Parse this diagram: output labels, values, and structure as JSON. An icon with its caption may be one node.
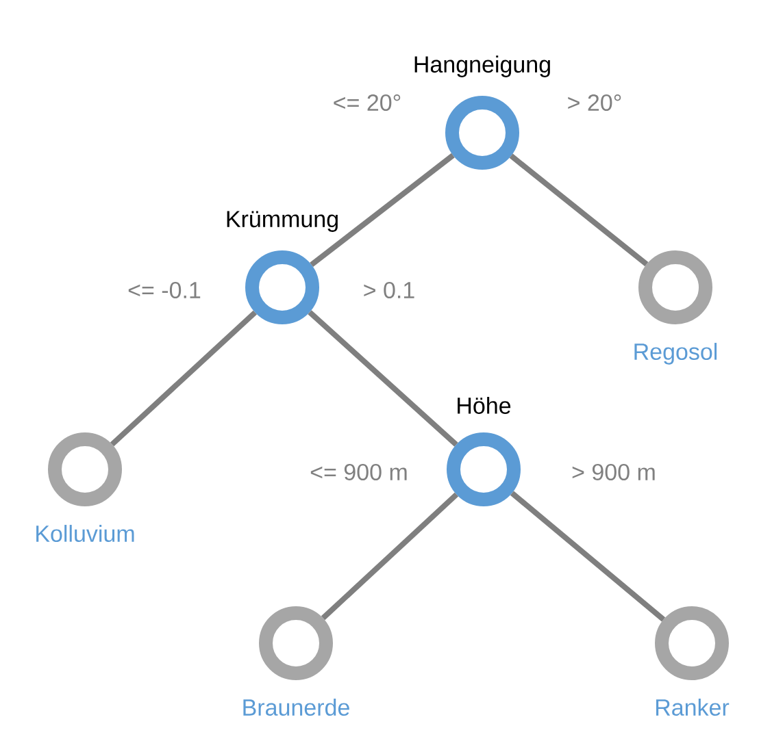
{
  "diagram": {
    "nodes": [
      {
        "text": [
          "Hangneigung"
        ]
      },
      {
        "text": [
          "Krümmung"
        ]
      },
      {
        "text": [
          "Regosol"
        ]
      },
      {
        "text": [
          "Kolluvium"
        ]
      },
      {
        "text": [
          "Höhe"
        ]
      },
      {
        "text": [
          "Braunerde"
        ]
      },
      {
        "text": [
          "Ranker"
        ]
      }
    ],
    "edges": [
      {
        "from": 0,
        "to": 1,
        "arrow": "none",
        "label": "<= 20°"
      },
      {
        "from": 0,
        "to": 2,
        "arrow": "none",
        "label": "> 20°"
      },
      {
        "from": 1,
        "to": 3,
        "arrow": "none",
        "label": "<= -0.1"
      },
      {
        "from": 1,
        "to": 4,
        "arrow": "none",
        "label": "> 0.1"
      },
      {
        "from": 4,
        "to": 5,
        "arrow": "none",
        "label": "<= 900 m"
      },
      {
        "from": 4,
        "to": 6,
        "arrow": "none",
        "label": "> 900 m"
      }
    ]
  }
}
